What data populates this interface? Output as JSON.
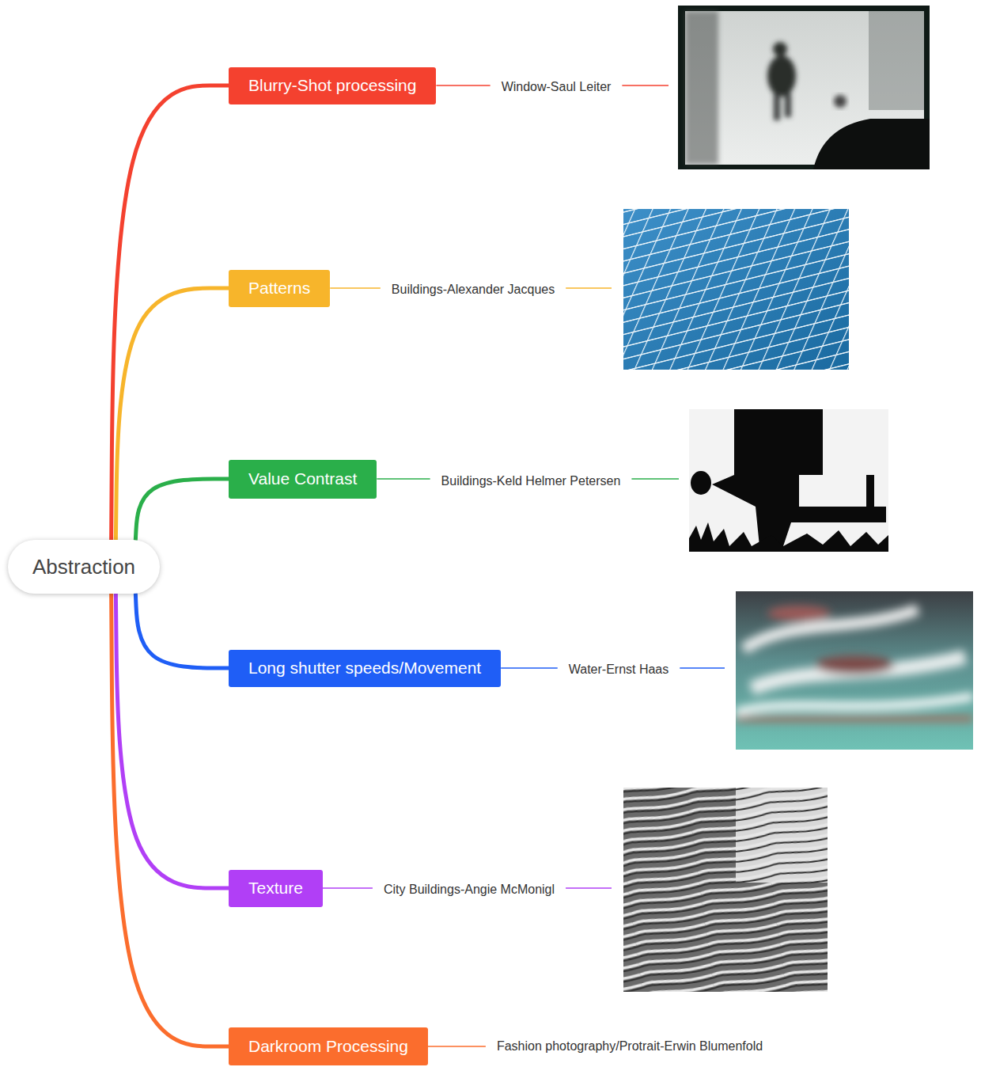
{
  "diagram": {
    "nodes": [
      {
        "text": [
          "Abstraction"
        ]
      },
      {
        "text": [
          "Blurry-Shot processing"
        ]
      },
      {
        "text": [
          "Patterns"
        ]
      },
      {
        "text": [
          "Value Contrast"
        ]
      },
      {
        "text": [
          "Long shutter speeds/Movement"
        ]
      },
      {
        "text": [
          "Texture"
        ]
      },
      {
        "text": [
          "Darkroom Processing"
        ]
      }
    ],
    "edges": [
      {
        "from": 0,
        "to": 1,
        "arrow": "none"
      },
      {
        "from": 0,
        "to": 2,
        "arrow": "none"
      },
      {
        "from": 0,
        "to": 3,
        "arrow": "none"
      },
      {
        "from": 0,
        "to": 4,
        "arrow": "none"
      },
      {
        "from": 0,
        "to": 5,
        "arrow": "none"
      },
      {
        "from": 0,
        "to": 6,
        "arrow": "none"
      }
    ],
    "labels": [
      "Window-Saul Leiter",
      "Buildings-Alexander Jacques",
      "Buildings-Keld Helmer Petersen",
      "Water-Ernst Haas",
      "City Buildings-Angie McMonigl",
      "Fashion photography/Protrait-Erwin Blumenfold"
    ]
  }
}
